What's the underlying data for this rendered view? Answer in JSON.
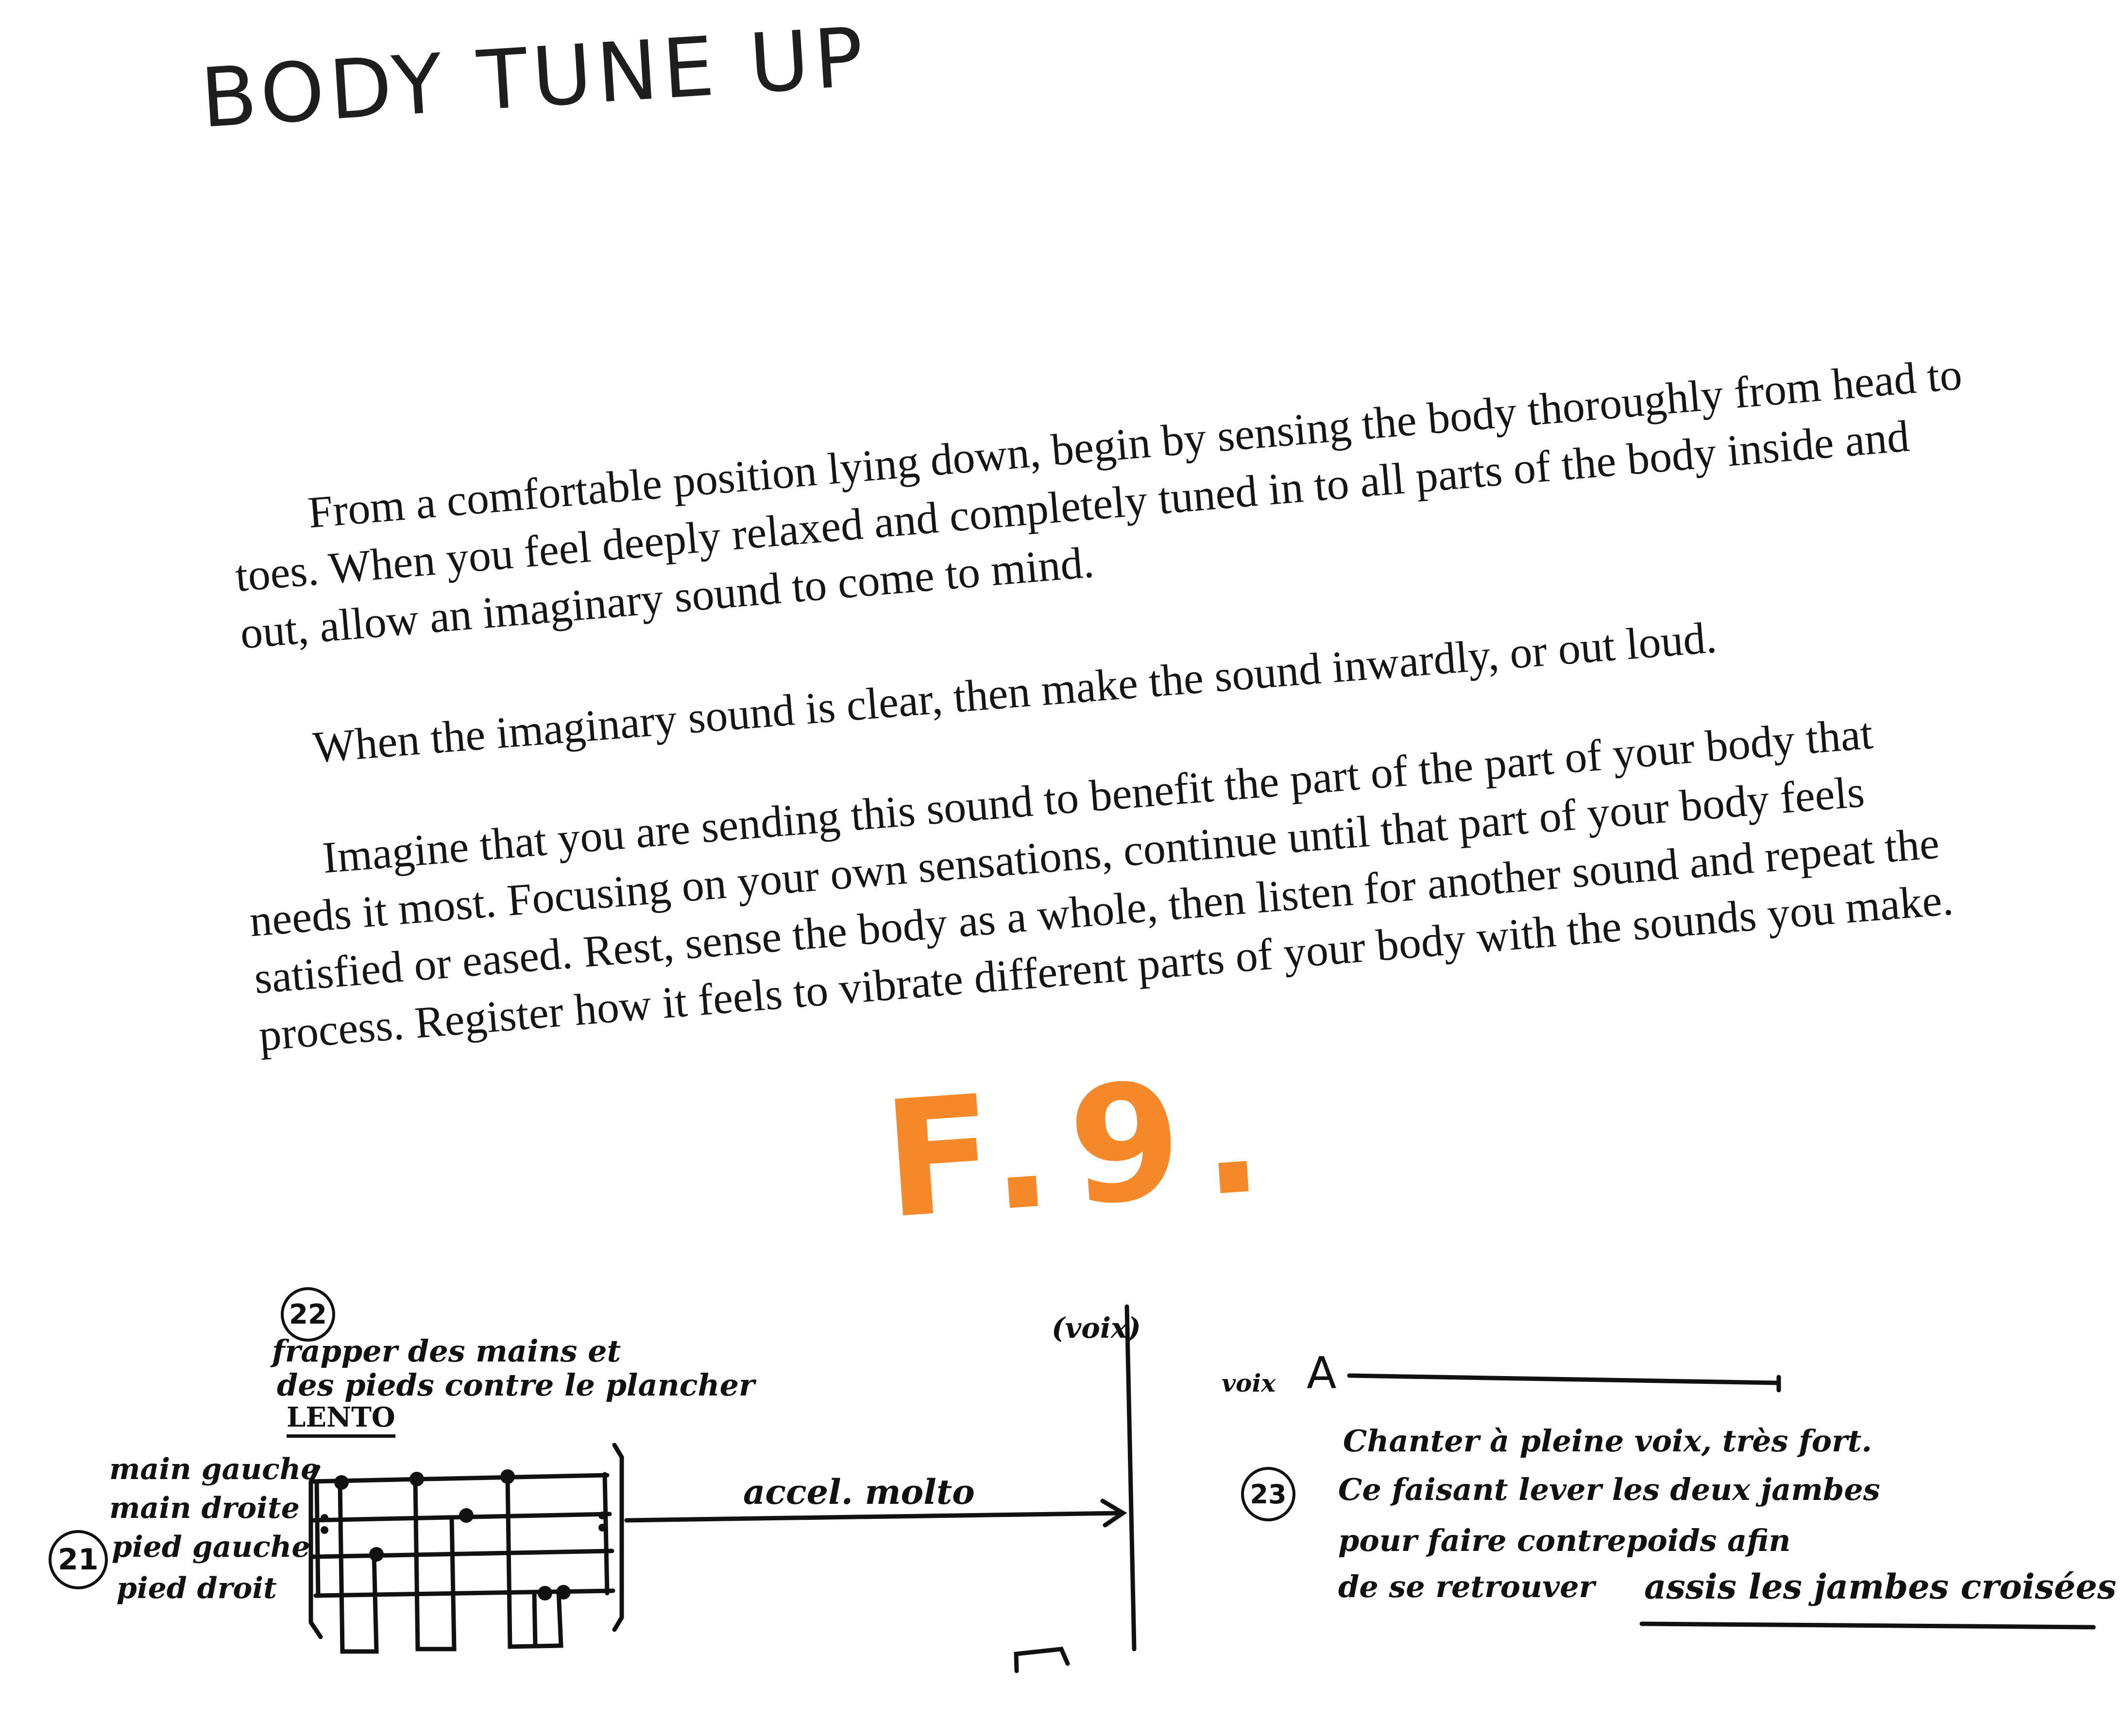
{
  "page": {
    "title": "BODY TUNE UP",
    "paragraphs": [
      {
        "lines": [
          "From a comfortable position lying down, begin by sensing the body thoroughly from head to",
          "toes. When you feel deeply relaxed and completely tuned in to all parts of the body inside and",
          "out, allow an imaginary sound to come to mind."
        ]
      },
      {
        "lines": [
          "When the imaginary sound is clear, then make the sound inwardly, or out loud."
        ]
      },
      {
        "lines": [
          "Imagine that you are sending this sound to benefit the part of the part of your body that",
          "needs it most. Focusing on your own sensations, continue until that part of your body feels",
          "satisfied or eased. Rest, sense the body as a whole, then listen for another sound and repeat the",
          "process. Register how it feels to vibrate different parts of your body with the sounds you make."
        ]
      }
    ],
    "figure_label": "F.9.",
    "figure_label_color": "#f5892a"
  },
  "score": {
    "step_22": {
      "number": "22",
      "instruction_lines": [
        "frapper des mains et",
        "des pieds contre le plancher"
      ],
      "tempo": "LENTO"
    },
    "step_21": {
      "number": "21",
      "staff_labels": [
        "main gauche",
        "main droite",
        "pied gauche",
        "pied droit"
      ]
    },
    "transition": {
      "label": "accel. molto",
      "voice_marker": "(voix)"
    },
    "step_23": {
      "number": "23",
      "voice_label": "voix",
      "note": "A",
      "instruction_lines": [
        "Chanter à pleine voix, très fort.",
        "Ce faisant lever les deux jambes",
        "pour faire contrepoids afin",
        "de se retrouver"
      ],
      "underlined_text": "assis les jambes croisées"
    }
  }
}
